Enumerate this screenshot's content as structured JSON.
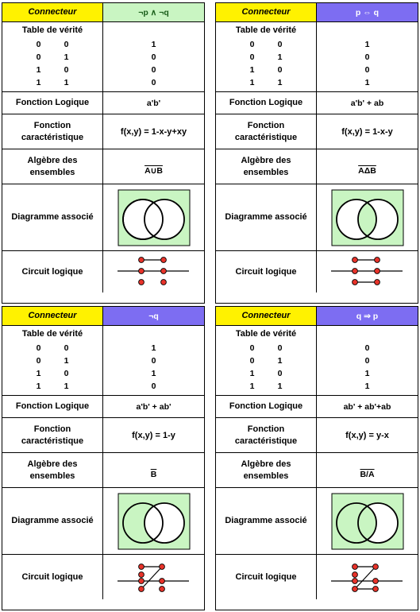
{
  "cards": [
    {
      "connecteur_label": "Connecteur",
      "connecteur_value": "¬p ∧ ¬q",
      "truth_title": "Table de vérité",
      "truth_inputs": [
        [
          "0",
          "0"
        ],
        [
          "0",
          "1"
        ],
        [
          "1",
          "0"
        ],
        [
          "1",
          "1"
        ]
      ],
      "truth_outputs": [
        "1",
        "0",
        "0",
        "0"
      ],
      "fonction_logique_label": "Fonction Logique",
      "fonction_logique": "a'b'",
      "fonction_char_label": "Fonction caractéristique",
      "fonction_char": "f(x,y) = 1-x-y+xy",
      "algebre_label": "Algèbre des ensembles",
      "algebre": "A∪B",
      "diagramme_label": "Diagramme associé",
      "circuit_label": "Circuit logique"
    },
    {
      "connecteur_label": "Connecteur",
      "connecteur_value": "p ⇔ q",
      "truth_title": "Table de vérité",
      "truth_inputs": [
        [
          "0",
          "0"
        ],
        [
          "0",
          "1"
        ],
        [
          "1",
          "0"
        ],
        [
          "1",
          "1"
        ]
      ],
      "truth_outputs": [
        "1",
        "0",
        "0",
        "1"
      ],
      "fonction_logique_label": "Fonction Logique",
      "fonction_logique": "a'b' + ab",
      "fonction_char_label": "Fonction caractéristique",
      "fonction_char": "f(x,y) = 1-x-y",
      "algebre_label": "Algèbre des ensembles",
      "algebre": "AΔB",
      "diagramme_label": "Diagramme associé",
      "circuit_label": "Circuit logique"
    },
    {
      "connecteur_label": "Connecteur",
      "connecteur_value": "¬q",
      "truth_title": "Table de vérité",
      "truth_inputs": [
        [
          "0",
          "0"
        ],
        [
          "0",
          "1"
        ],
        [
          "1",
          "0"
        ],
        [
          "1",
          "1"
        ]
      ],
      "truth_outputs": [
        "1",
        "0",
        "1",
        "0"
      ],
      "fonction_logique_label": "Fonction Logique",
      "fonction_logique": "a'b' + ab'",
      "fonction_char_label": "Fonction caractéristique",
      "fonction_char": "f(x,y) = 1-y",
      "algebre_label": "Algèbre des ensembles",
      "algebre": "B",
      "diagramme_label": "Diagramme associé",
      "circuit_label": "Circuit logique"
    },
    {
      "connecteur_label": "Connecteur",
      "connecteur_value": "q ⇒ p",
      "truth_title": "Table de vérité",
      "truth_inputs": [
        [
          "0",
          "0"
        ],
        [
          "0",
          "1"
        ],
        [
          "1",
          "0"
        ],
        [
          "1",
          "1"
        ]
      ],
      "truth_outputs": [
        "0",
        "0",
        "1",
        "1"
      ],
      "fonction_logique_label": "Fonction Logique",
      "fonction_logique": "ab' + ab'+ab",
      "fonction_char_label": "Fonction caractéristique",
      "fonction_char": "f(x,y) = y-x",
      "algebre_label": "Algèbre des ensembles",
      "algebre": "B/A",
      "diagramme_label": "Diagramme associé",
      "circuit_label": "Circuit logique"
    }
  ],
  "colors": {
    "yellow": "#fff200",
    "green_header": "#c9f5c2",
    "purple_header": "#7d6df2",
    "venn_fill": "#c9f5c2",
    "node": "#e8332a"
  }
}
